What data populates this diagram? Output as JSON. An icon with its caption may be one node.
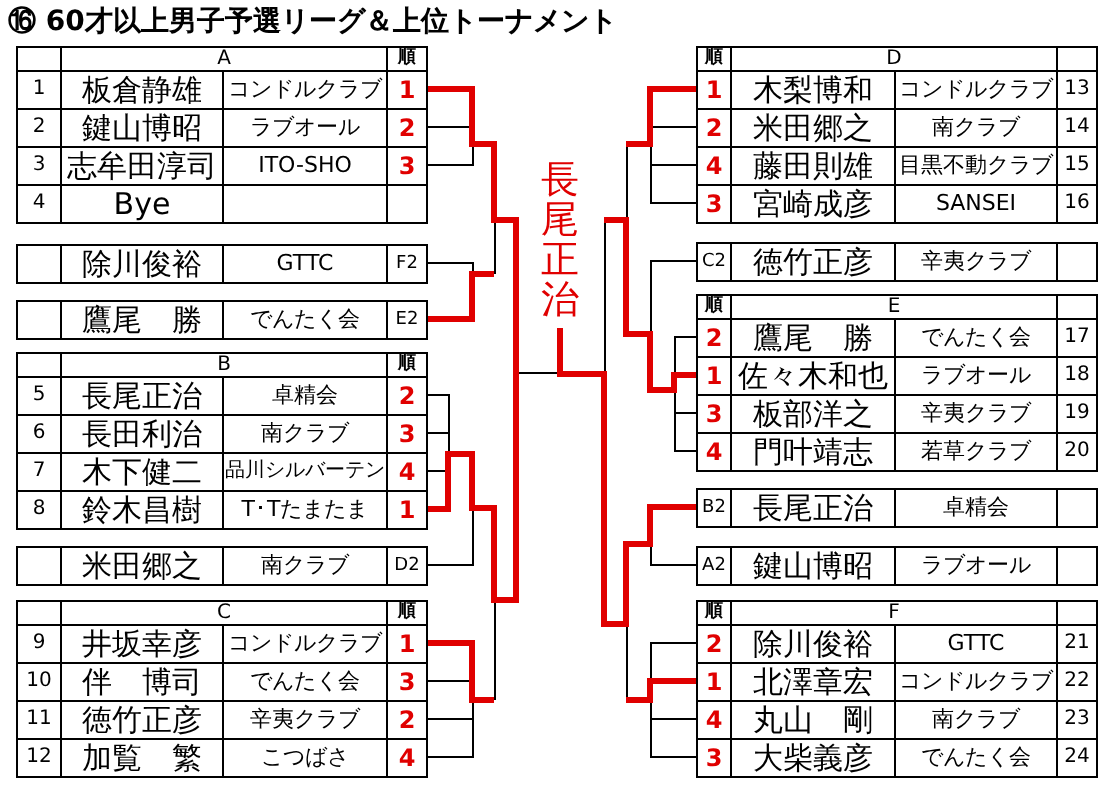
{
  "diagram": {
    "title": "⑯ 60才以上男子予選リーグ＆上位トーナメント",
    "labels": [
      "A",
      "順",
      "1",
      "板倉静雄",
      "コンドルクラブ",
      "1",
      "2",
      "鍵山博昭",
      "ラブオール",
      "2",
      "3",
      "志牟田淳司",
      "ITO-SHO",
      "3",
      "4",
      "Bye",
      "除川俊裕",
      "GTTC",
      "F2",
      "鷹尾　勝",
      "でんたく会",
      "E2",
      "B",
      "順",
      "5",
      "長尾正治",
      "卓精会",
      "2",
      "6",
      "長田利治",
      "南クラブ",
      "3",
      "7",
      "木下健二",
      "品川シルバーテン",
      "4",
      "8",
      "鈴木昌樹",
      "T･Tたまたま",
      "1",
      "米田郷之",
      "南クラブ",
      "D2",
      "C",
      "順",
      "9",
      "井坂幸彦",
      "コンドルクラブ",
      "1",
      "10",
      "伴　博司",
      "でんたく会",
      "3",
      "11",
      "徳竹正彦",
      "辛夷クラブ",
      "2",
      "12",
      "加覧　繁",
      "こつばさ",
      "4",
      "長尾正治",
      "順",
      "D",
      "1",
      "木梨博和",
      "コンドルクラブ",
      "13",
      "2",
      "米田郷之",
      "南クラブ",
      "14",
      "4",
      "藤田則雄",
      "目黒不動クラブ",
      "15",
      "3",
      "宮崎成彦",
      "SANSEI",
      "16",
      "C2",
      "徳竹正彦",
      "辛夷クラブ",
      "順",
      "E",
      "2",
      "鷹尾　勝",
      "でんたく会",
      "17",
      "1",
      "佐々木和也",
      "ラブオール",
      "18",
      "3",
      "板部洋之",
      "辛夷クラブ",
      "19",
      "4",
      "門叶靖志",
      "若草クラブ",
      "20",
      "B2",
      "長尾正治",
      "卓精会",
      "A2",
      "鍵山博昭",
      "ラブオール",
      "順",
      "F",
      "2",
      "除川俊裕",
      "GTTC",
      "21",
      "1",
      "北澤章宏",
      "コンドルクラブ",
      "22",
      "4",
      "丸山　剛",
      "南クラブ",
      "23",
      "3",
      "大柴義彦",
      "でんたく会",
      "24"
    ]
  }
}
